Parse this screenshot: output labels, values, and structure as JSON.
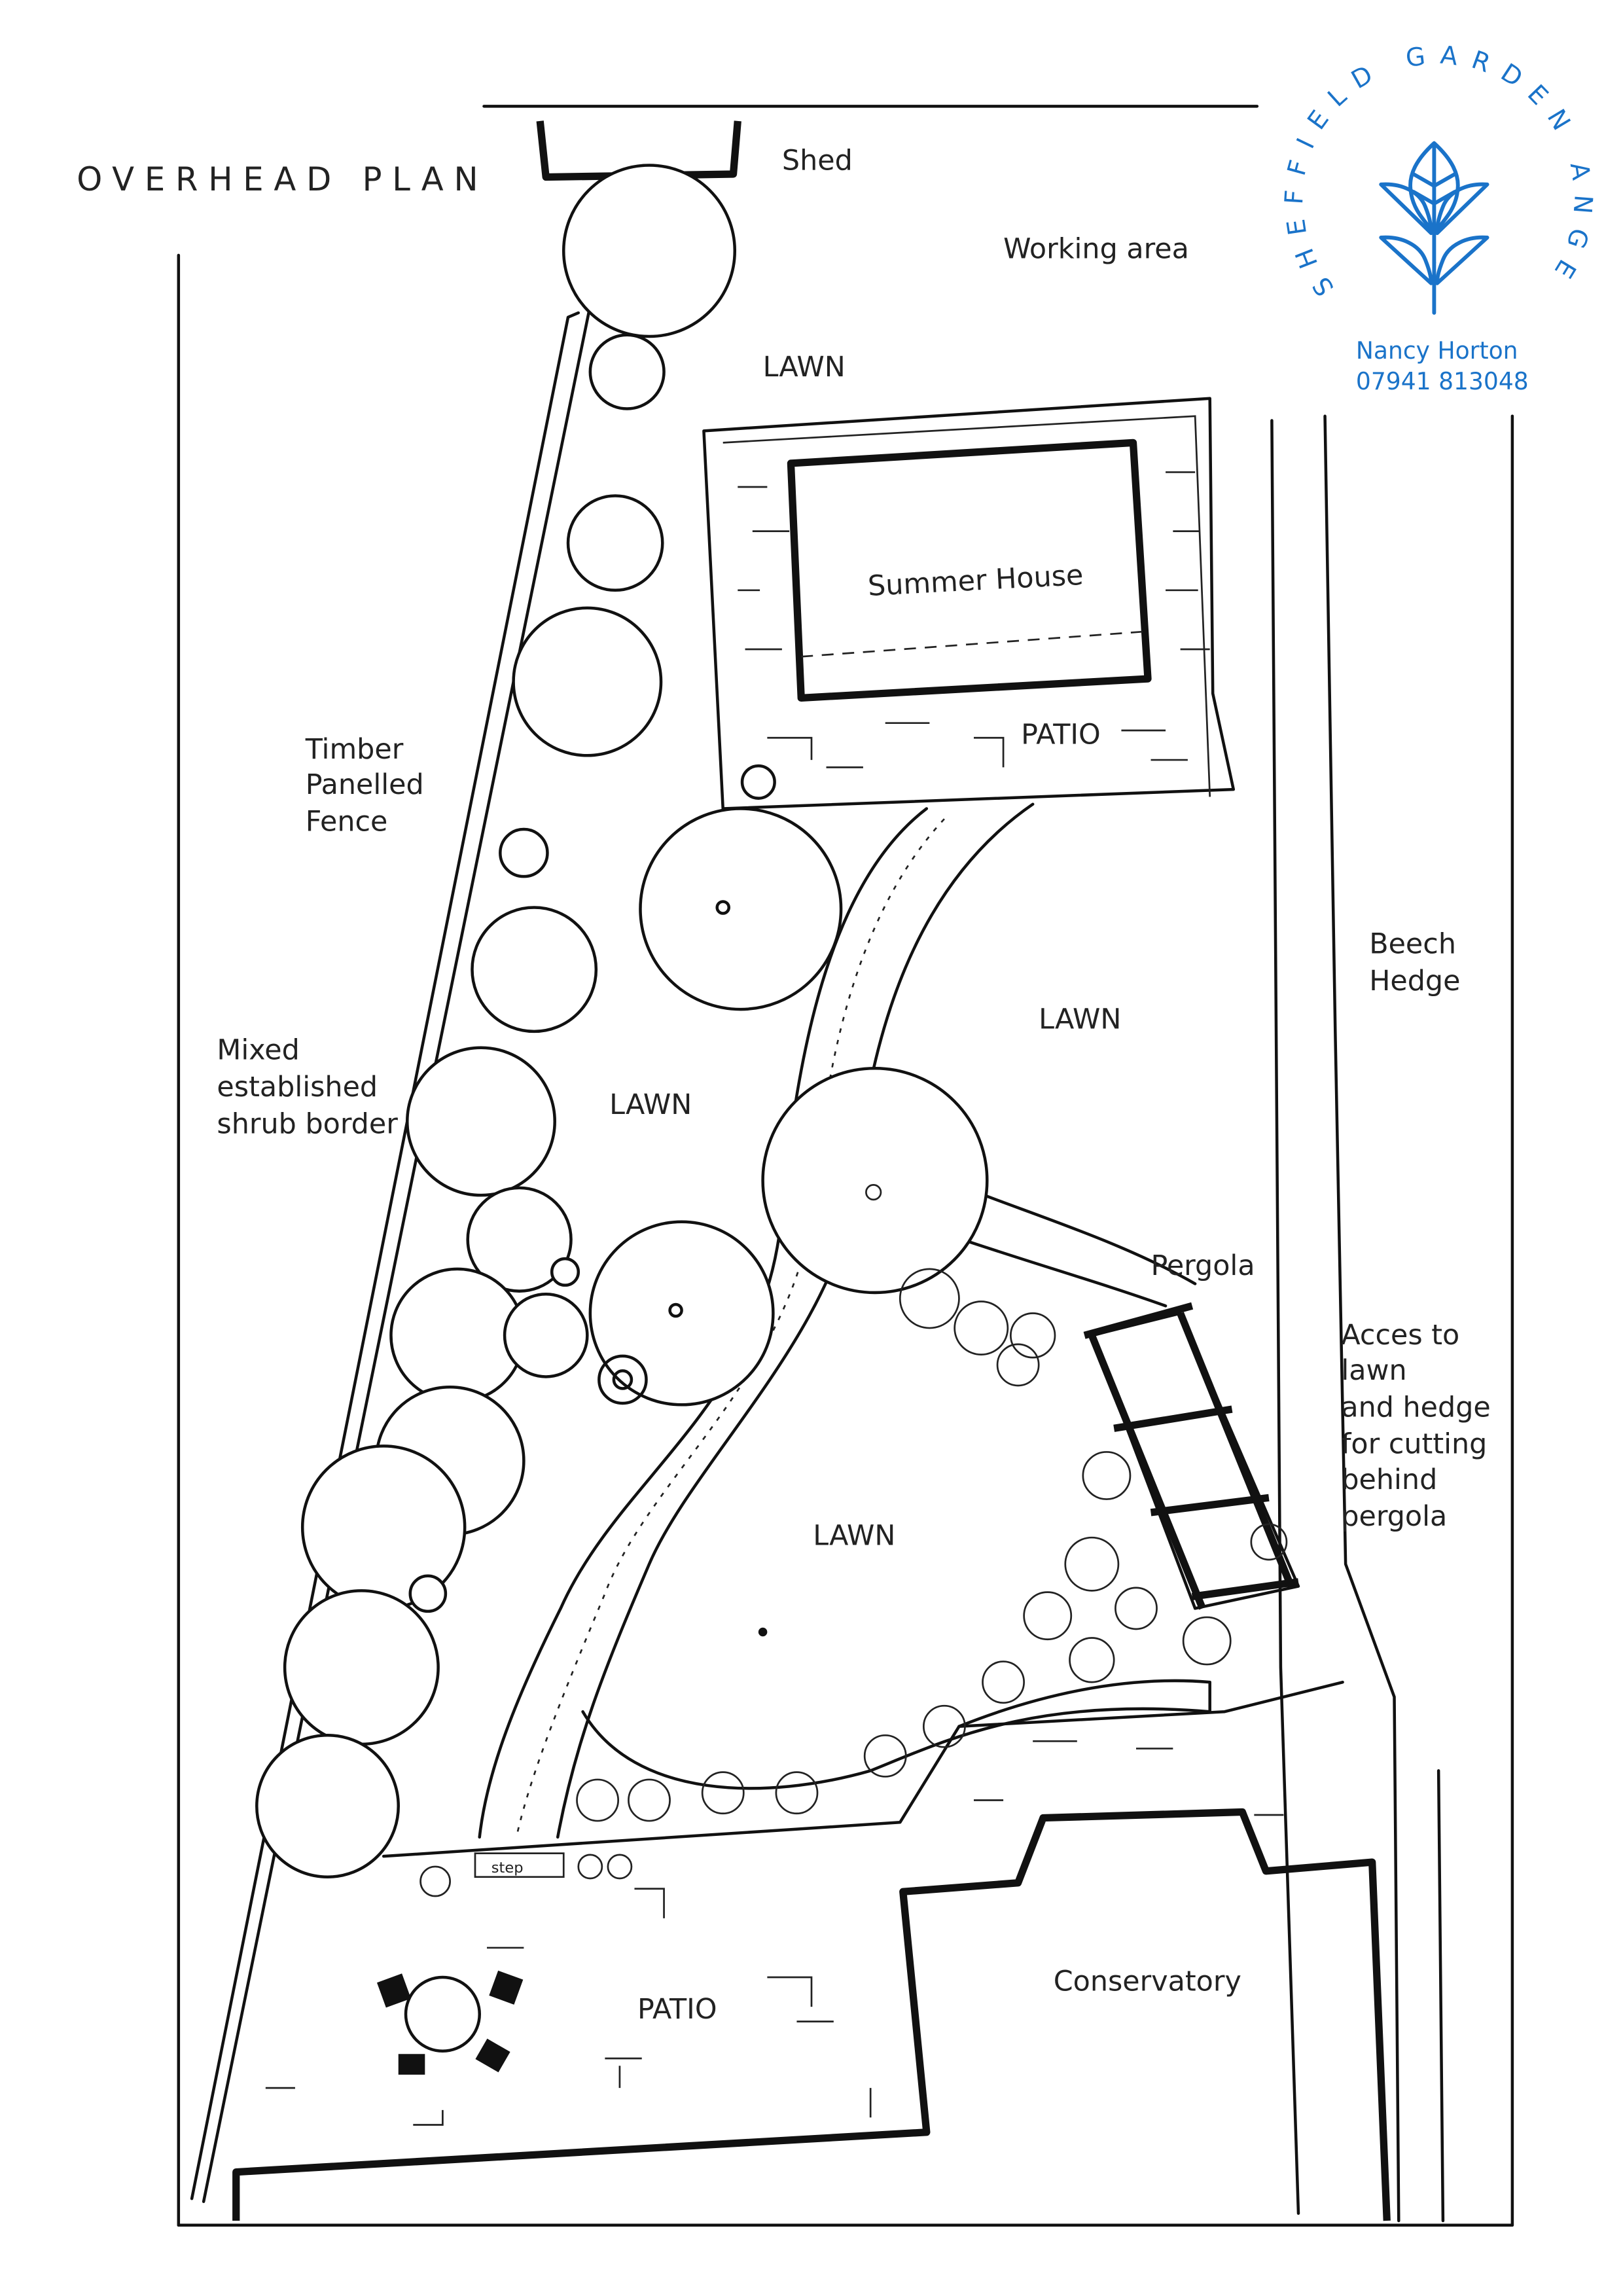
{
  "title": "OVERHEAD PLAN",
  "logo": {
    "arc_text": "SHEFFIELD GARDEN ANGEL",
    "name": "Nancy Horton",
    "phone": "07941 813048",
    "color": "#1a73c9"
  },
  "labels": {
    "shed": "Shed",
    "working_area": "Working area",
    "lawn_top": "LAWN",
    "summer_house": "Summer House",
    "patio_top": "PATIO",
    "fence": [
      "Timber",
      "Panelled",
      "Fence"
    ],
    "beech_hedge": [
      "Beech",
      "Hedge"
    ],
    "lawn_right": "LAWN",
    "shrub_border": [
      "Mixed",
      "established",
      "shrub border"
    ],
    "lawn_left": "LAWN",
    "pergola": "Pergola",
    "access_note": [
      "Acces to",
      "lawn",
      "and hedge",
      "for cutting",
      "behind",
      "pergola"
    ],
    "lawn_main": "LAWN",
    "step": "step",
    "conservatory": "Conservatory",
    "patio_bottom": "PATIO"
  }
}
